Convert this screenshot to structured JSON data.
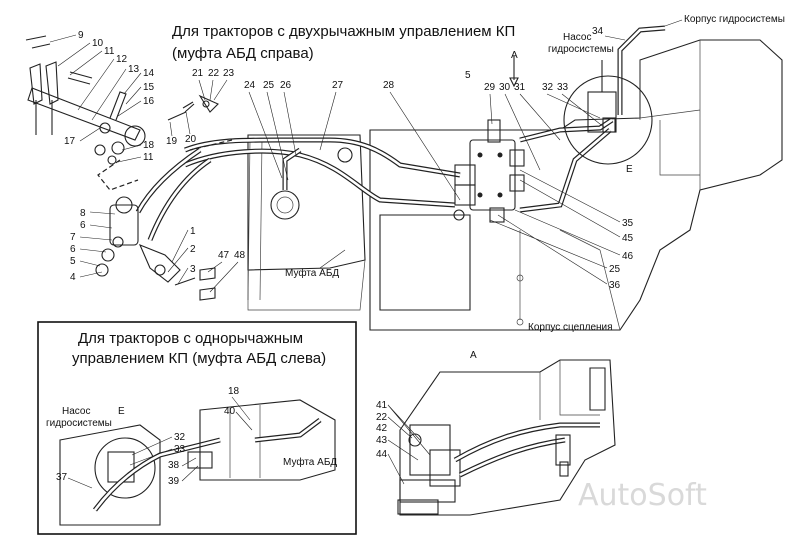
{
  "titles": {
    "two_lever_line1": "Для тракторов с двухрычажным управлением КП",
    "two_lever_line2": "(муфта АБД справа)",
    "one_lever_line1": "Для тракторов с однорычажным",
    "one_lever_line2": "управлением КП (муфта АБД слева)"
  },
  "labels": {
    "hydro_housing": "Корпус гидросистемы",
    "pump_line1": "Насос",
    "pump_line2": "гидросистемы",
    "clutch_housing": "Корпус сцепления",
    "abd_clutch": "Муфта АБД",
    "view_a": "А",
    "view_e": "Е",
    "inset_pump_line1": "Насос",
    "inset_pump_line2": "гидросистемы",
    "inset_view_e": "Е",
    "inset_abd_clutch": "Муфта АБД",
    "detail_a": "А",
    "watermark": "AutoSoft"
  },
  "callouts": {
    "c9": "9",
    "c10": "10",
    "c11a": "11",
    "c12": "12",
    "c13": "13",
    "c14": "14",
    "c15": "15",
    "c16": "16",
    "c17": "17",
    "c18": "18",
    "c11b": "11",
    "c19": "19",
    "c20": "20",
    "c21": "21",
    "c22": "22",
    "c23": "23",
    "c24": "24",
    "c25": "25",
    "c26": "26",
    "c27": "27",
    "c28": "28",
    "c5top": "5",
    "c29": "29",
    "c30": "30",
    "c31": "31",
    "c32": "32",
    "c33": "33",
    "c34": "34",
    "c35": "35",
    "c45": "45",
    "c46": "46",
    "c25b": "25",
    "c36": "36",
    "c8": "8",
    "c6a": "6",
    "c7": "7",
    "c6b": "6",
    "c5": "5",
    "c4": "4",
    "c1": "1",
    "c2": "2",
    "c3": "3",
    "c47": "47",
    "c48": "48",
    "i18": "18",
    "i40": "40",
    "i32": "32",
    "i33": "33",
    "i38": "38",
    "i39": "39",
    "i37": "37",
    "d41": "41",
    "d22": "22",
    "d42": "42",
    "d43": "43",
    "d44": "44"
  }
}
